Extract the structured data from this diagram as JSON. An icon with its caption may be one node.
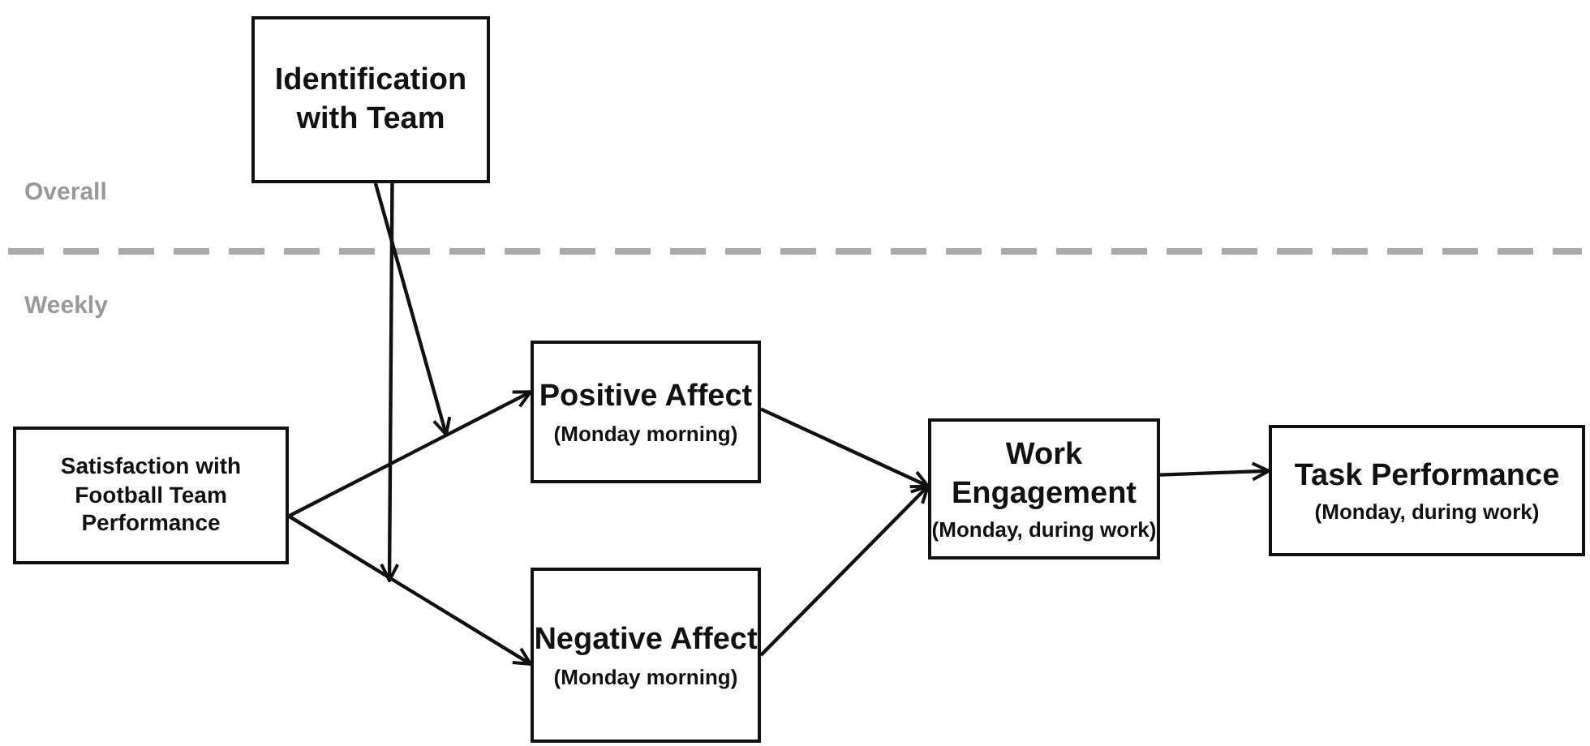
{
  "diagram": {
    "nodes": [
      {
        "text": [
          "Identification with Team"
        ]
      },
      {
        "text": [
          "Satisfaction with Football Team Performance"
        ]
      },
      {
        "text": [
          "Positive Affect",
          "(Monday morning)"
        ]
      },
      {
        "text": [
          "Negative Affect",
          "(Monday morning)"
        ]
      },
      {
        "text": [
          "Work Engagement",
          "(Monday, during work)"
        ]
      },
      {
        "text": [
          "Task Performance",
          "(Monday, during work)"
        ]
      }
    ],
    "edges": [
      {
        "from": 1,
        "to": 2,
        "arrow": "to"
      },
      {
        "from": 1,
        "to": 3,
        "arrow": "to"
      },
      {
        "from": 2,
        "to": 4,
        "arrow": "to"
      },
      {
        "from": 3,
        "to": 4,
        "arrow": "to"
      },
      {
        "from": 4,
        "to": 5,
        "arrow": "to"
      },
      {
        "from": 0,
        "to": null,
        "arrow": "to"
      },
      {
        "from": 0,
        "to": null,
        "arrow": "to"
      }
    ],
    "labels": [
      "Overall",
      "Weekly"
    ]
  }
}
